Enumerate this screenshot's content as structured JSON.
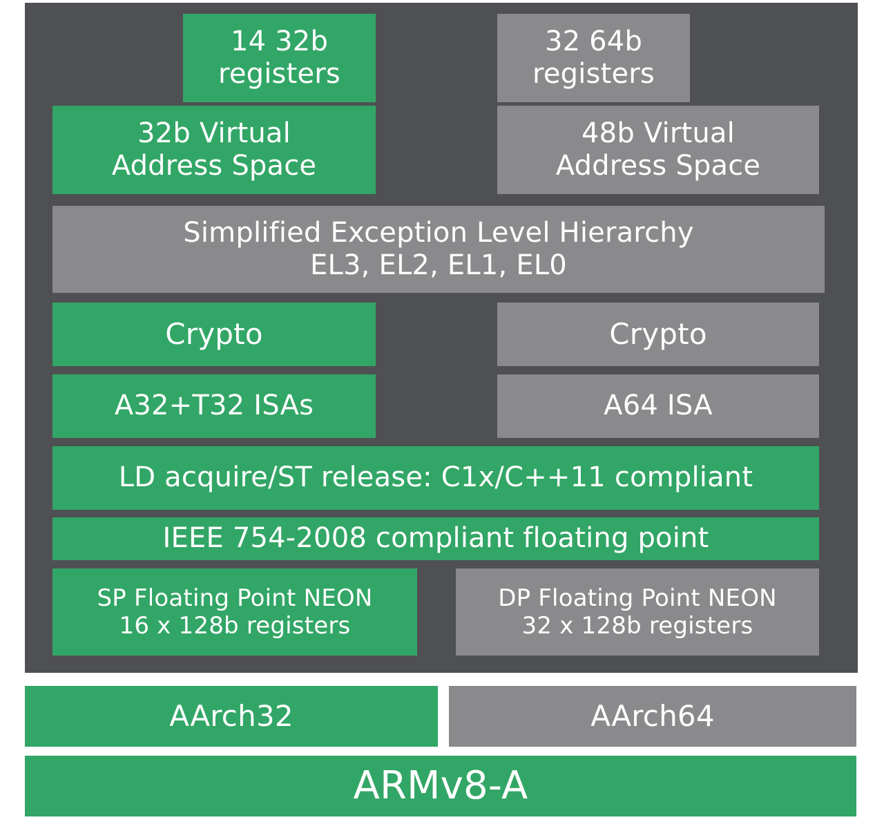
{
  "blocks": {
    "regs32": {
      "line1": "14 32b",
      "line2": "registers"
    },
    "regs64": {
      "line1": "32 64b",
      "line2": "registers"
    },
    "va32": {
      "line1": "32b Virtual",
      "line2": "Address Space"
    },
    "va48": {
      "line1": "48b Virtual",
      "line2": "Address Space"
    },
    "exception": {
      "line1": "Simplified Exception Level Hierarchy",
      "line2": "EL3, EL2, EL1, EL0"
    },
    "crypto_left": {
      "label": "Crypto"
    },
    "crypto_right": {
      "label": "Crypto"
    },
    "isa32": {
      "label": "A32+T32 ISAs"
    },
    "isa64": {
      "label": "A64 ISA"
    },
    "ldst": {
      "label": "LD acquire/ST release: C1x/C++11 compliant"
    },
    "ieee": {
      "label": "IEEE 754-2008 compliant floating point"
    },
    "sp_neon": {
      "line1": "SP Floating Point NEON",
      "line2": "16 x 128b registers"
    },
    "dp_neon": {
      "line1": "DP Floating Point NEON",
      "line2": "32 x 128b registers"
    },
    "aarch32": {
      "label": "AArch32"
    },
    "aarch64": {
      "label": "AArch64"
    },
    "armv8": {
      "label": "ARMv8-A"
    }
  },
  "colors": {
    "green": "#32a666",
    "gray": "#8a898c",
    "frame": "#4f5053"
  }
}
